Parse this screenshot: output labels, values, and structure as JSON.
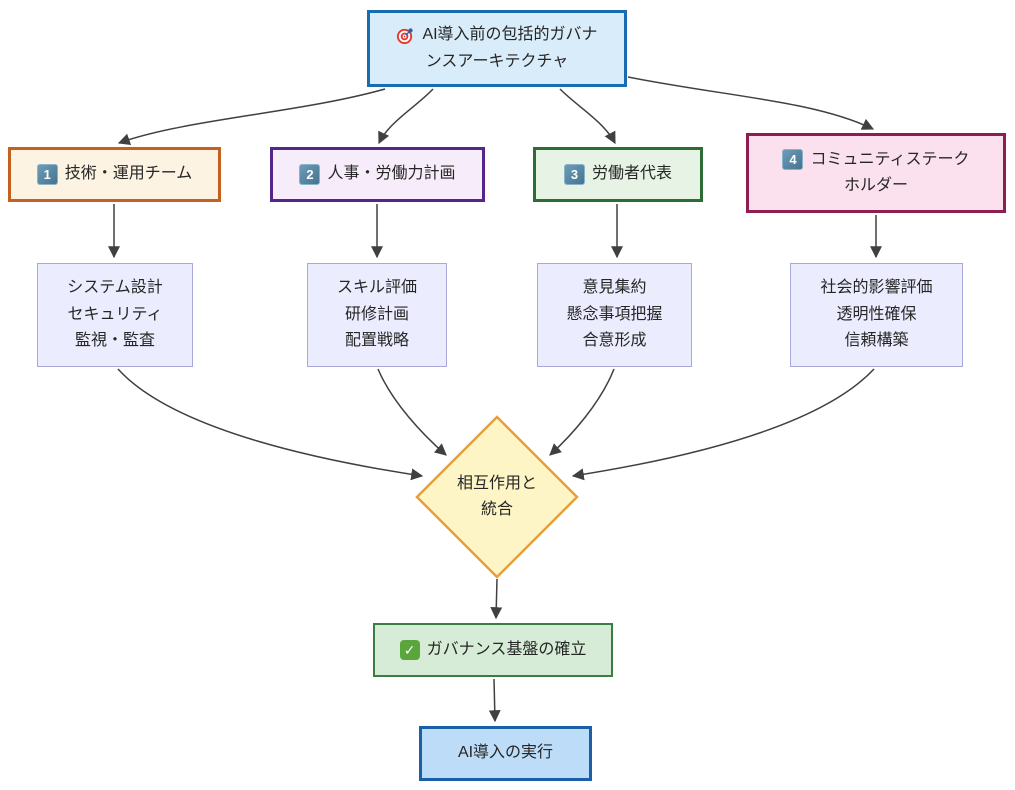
{
  "diagram": {
    "type": "flowchart",
    "nodes": {
      "top": {
        "icon": "target-icon",
        "lines": [
          "AI導入前の包括的ガバナ",
          "ンスアーキテクチャ"
        ],
        "fill": "#d9ecf9",
        "border": "#1a6cb0"
      },
      "tech": {
        "badge": "1",
        "label": "技術・運用チーム",
        "fill": "#fdf3e3",
        "border": "#c5611f"
      },
      "hr": {
        "badge": "2",
        "label": "人事・労働力計画",
        "fill": "#f7edfa",
        "border": "#55268a"
      },
      "worker": {
        "badge": "3",
        "label": "労働者代表",
        "fill": "#e7f3e4",
        "border": "#2d6c35"
      },
      "community": {
        "badge": "4",
        "lines": [
          "コミュニティステーク",
          "ホルダー"
        ],
        "fill": "#fae1ed",
        "border": "#8e1e52"
      },
      "detail_tech": {
        "lines": [
          "システム設計",
          "セキュリティ",
          "監視・監査"
        ],
        "fill": "#ececff",
        "border": "#a9a9d9"
      },
      "detail_hr": {
        "lines": [
          "スキル評価",
          "研修計画",
          "配置戦略"
        ],
        "fill": "#ececff",
        "border": "#a9a9d9"
      },
      "detail_worker": {
        "lines": [
          "意見集約",
          "懸念事項把握",
          "合意形成"
        ],
        "fill": "#ececff",
        "border": "#a9a9d9"
      },
      "detail_community": {
        "lines": [
          "社会的影響評価",
          "透明性確保",
          "信頼構築"
        ],
        "fill": "#ececff",
        "border": "#a9a9d9"
      },
      "diamond": {
        "lines": [
          "相互作用と",
          "統合"
        ],
        "fill": "#fdf5c5",
        "border": "#e5a03c"
      },
      "outcome": {
        "badge": "✓",
        "label": "ガバナンス基盤の確立",
        "fill": "#d7ecd6",
        "border": "#3a7d44"
      },
      "execute": {
        "label": "AI導入の実行",
        "fill": "#bcdcf7",
        "border": "#1a5fa8"
      }
    },
    "edges": [
      {
        "from": "top",
        "to": "tech"
      },
      {
        "from": "top",
        "to": "hr"
      },
      {
        "from": "top",
        "to": "worker"
      },
      {
        "from": "top",
        "to": "community"
      },
      {
        "from": "tech",
        "to": "detail_tech"
      },
      {
        "from": "hr",
        "to": "detail_hr"
      },
      {
        "from": "worker",
        "to": "detail_worker"
      },
      {
        "from": "community",
        "to": "detail_community"
      },
      {
        "from": "detail_tech",
        "to": "diamond"
      },
      {
        "from": "detail_hr",
        "to": "diamond"
      },
      {
        "from": "detail_worker",
        "to": "diamond"
      },
      {
        "from": "detail_community",
        "to": "diamond"
      },
      {
        "from": "diamond",
        "to": "outcome"
      },
      {
        "from": "outcome",
        "to": "execute"
      }
    ],
    "colors": {
      "arrow": "#404040",
      "badge_bg": "#4e7fa2",
      "check_bg": "#5aa63c",
      "target_red": "#e23a2e",
      "target_dart_blue": "#2b5fa8",
      "background": "#ffffff"
    }
  }
}
